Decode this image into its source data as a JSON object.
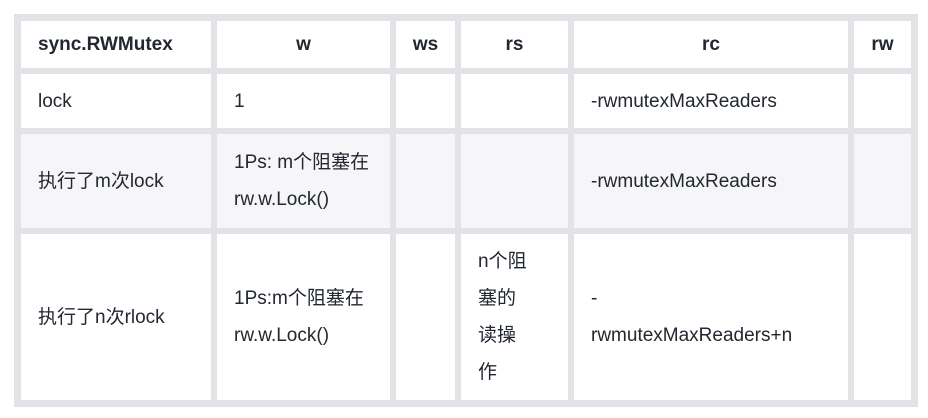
{
  "table": {
    "columns": [
      "sync.RWMutex",
      "w",
      "ws",
      "rs",
      "rc",
      "rw"
    ],
    "rows": [
      {
        "cells": [
          "lock",
          "1",
          "",
          "",
          "-rwmutexMaxReaders",
          ""
        ]
      },
      {
        "cells": [
          "执行了m次lock",
          "1Ps: m个阻塞在\nrw.w.Lock()",
          "",
          "",
          "-rwmutexMaxReaders",
          ""
        ]
      },
      {
        "cells": [
          "执行了n次rlock",
          "1Ps:m个阻塞在\nrw.w.Lock()",
          "",
          "n个阻\n塞的\n读操\n作",
          "-\nrwmutexMaxReaders+n",
          ""
        ]
      }
    ]
  },
  "colors": {
    "grid_border": "#e3e3e7",
    "stripe_row": "#f6f6f8",
    "text": "#222730",
    "background": "#ffffff"
  }
}
